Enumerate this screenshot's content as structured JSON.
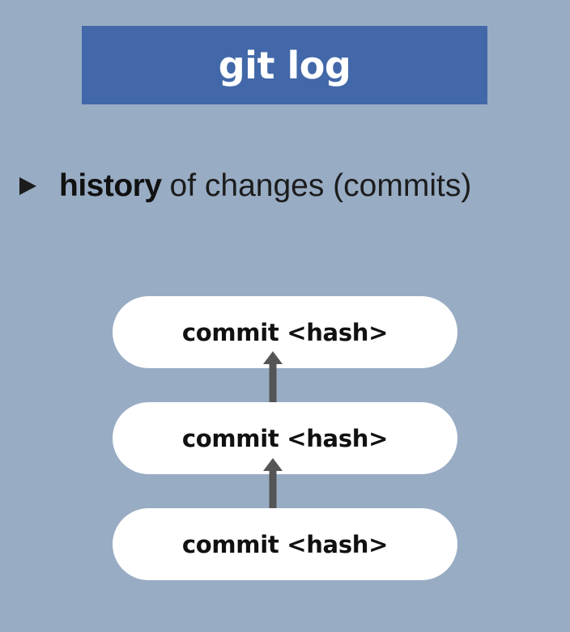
{
  "slide": {
    "title": "git log",
    "bullet": {
      "strong": "history",
      "rest": "of changes (commits)"
    }
  },
  "diagram": {
    "commits": [
      {
        "label": "commit <hash>"
      },
      {
        "label": "commit <hash>"
      },
      {
        "label": "commit <hash>"
      }
    ],
    "arrow_color": "#555555"
  },
  "colors": {
    "background": "#98acc4",
    "banner": "#4268a9",
    "pill": "#ffffff"
  }
}
